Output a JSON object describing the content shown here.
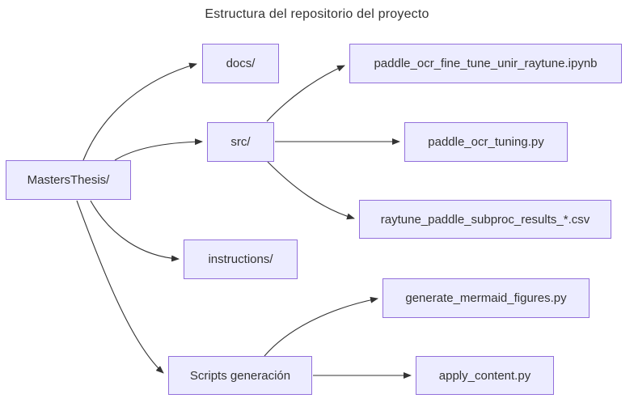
{
  "diagram": {
    "title": "Estructura del repositorio del proyecto",
    "type": "flowchart",
    "nodes": [
      {
        "id": "root",
        "label": "MastersThesis/"
      },
      {
        "id": "docs",
        "label": "docs/"
      },
      {
        "id": "ipynb",
        "label": "paddle_ocr_fine_tune_unir_raytune.ipynb"
      },
      {
        "id": "src",
        "label": "src/"
      },
      {
        "id": "tuning",
        "label": "paddle_ocr_tuning.py"
      },
      {
        "id": "csv",
        "label": "raytune_paddle_subproc_results_*.csv"
      },
      {
        "id": "instructions",
        "label": "instructions/"
      },
      {
        "id": "generate",
        "label": "generate_mermaid_figures.py"
      },
      {
        "id": "scripts",
        "label": "Scripts generación"
      },
      {
        "id": "apply",
        "label": "apply_content.py"
      }
    ],
    "edges": [
      {
        "from": "MastersThesis/",
        "to": "docs/"
      },
      {
        "from": "MastersThesis/",
        "to": "src/"
      },
      {
        "from": "MastersThesis/",
        "to": "instructions/"
      },
      {
        "from": "MastersThesis/",
        "to": "Scripts generación"
      },
      {
        "from": "src/",
        "to": "paddle_ocr_fine_tune_unir_raytune.ipynb"
      },
      {
        "from": "src/",
        "to": "paddle_ocr_tuning.py"
      },
      {
        "from": "src/",
        "to": "raytune_paddle_subproc_results_*.csv"
      },
      {
        "from": "Scripts generación",
        "to": "generate_mermaid_figures.py"
      },
      {
        "from": "Scripts generación",
        "to": "apply_content.py"
      }
    ],
    "colors": {
      "node_fill": "#ECECFF",
      "node_border": "#9370DB",
      "edge": "#333333",
      "text": "#333333",
      "background": "#FFFFFF"
    }
  }
}
